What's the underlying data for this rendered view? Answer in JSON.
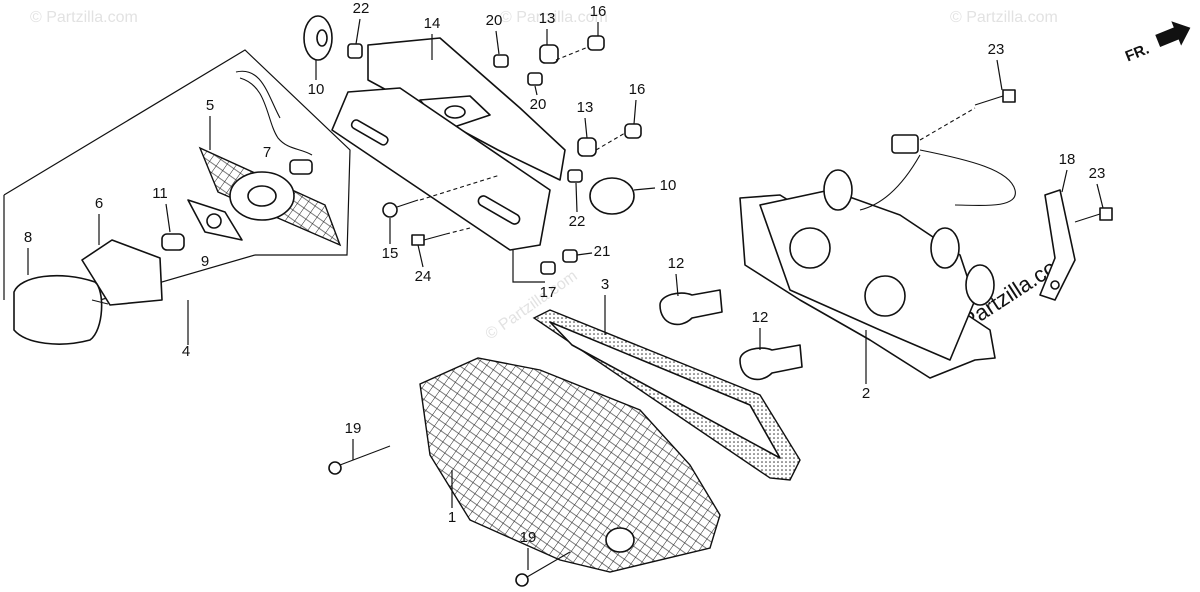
{
  "callouts": {
    "c1": "1",
    "c2": "2",
    "c3": "3",
    "c4": "4",
    "c5": "5",
    "c6": "6",
    "c7": "7",
    "c8": "8",
    "c9": "9",
    "c10a": "10",
    "c10b": "10",
    "c11": "11",
    "c12a": "12",
    "c12b": "12",
    "c13a": "13",
    "c13b": "13",
    "c14": "14",
    "c15": "15",
    "c16a": "16",
    "c16b": "16",
    "c17": "17",
    "c18": "18",
    "c19a": "19",
    "c19b": "19",
    "c20a": "20",
    "c20b": "20",
    "c21": "21",
    "c22a": "22",
    "c22b": "22",
    "c23a": "23",
    "c23b": "23",
    "c24": "24"
  },
  "direction_label": "FR.",
  "watermarks": {
    "small": "© Partzilla.com",
    "large": "Partzilla.com"
  }
}
